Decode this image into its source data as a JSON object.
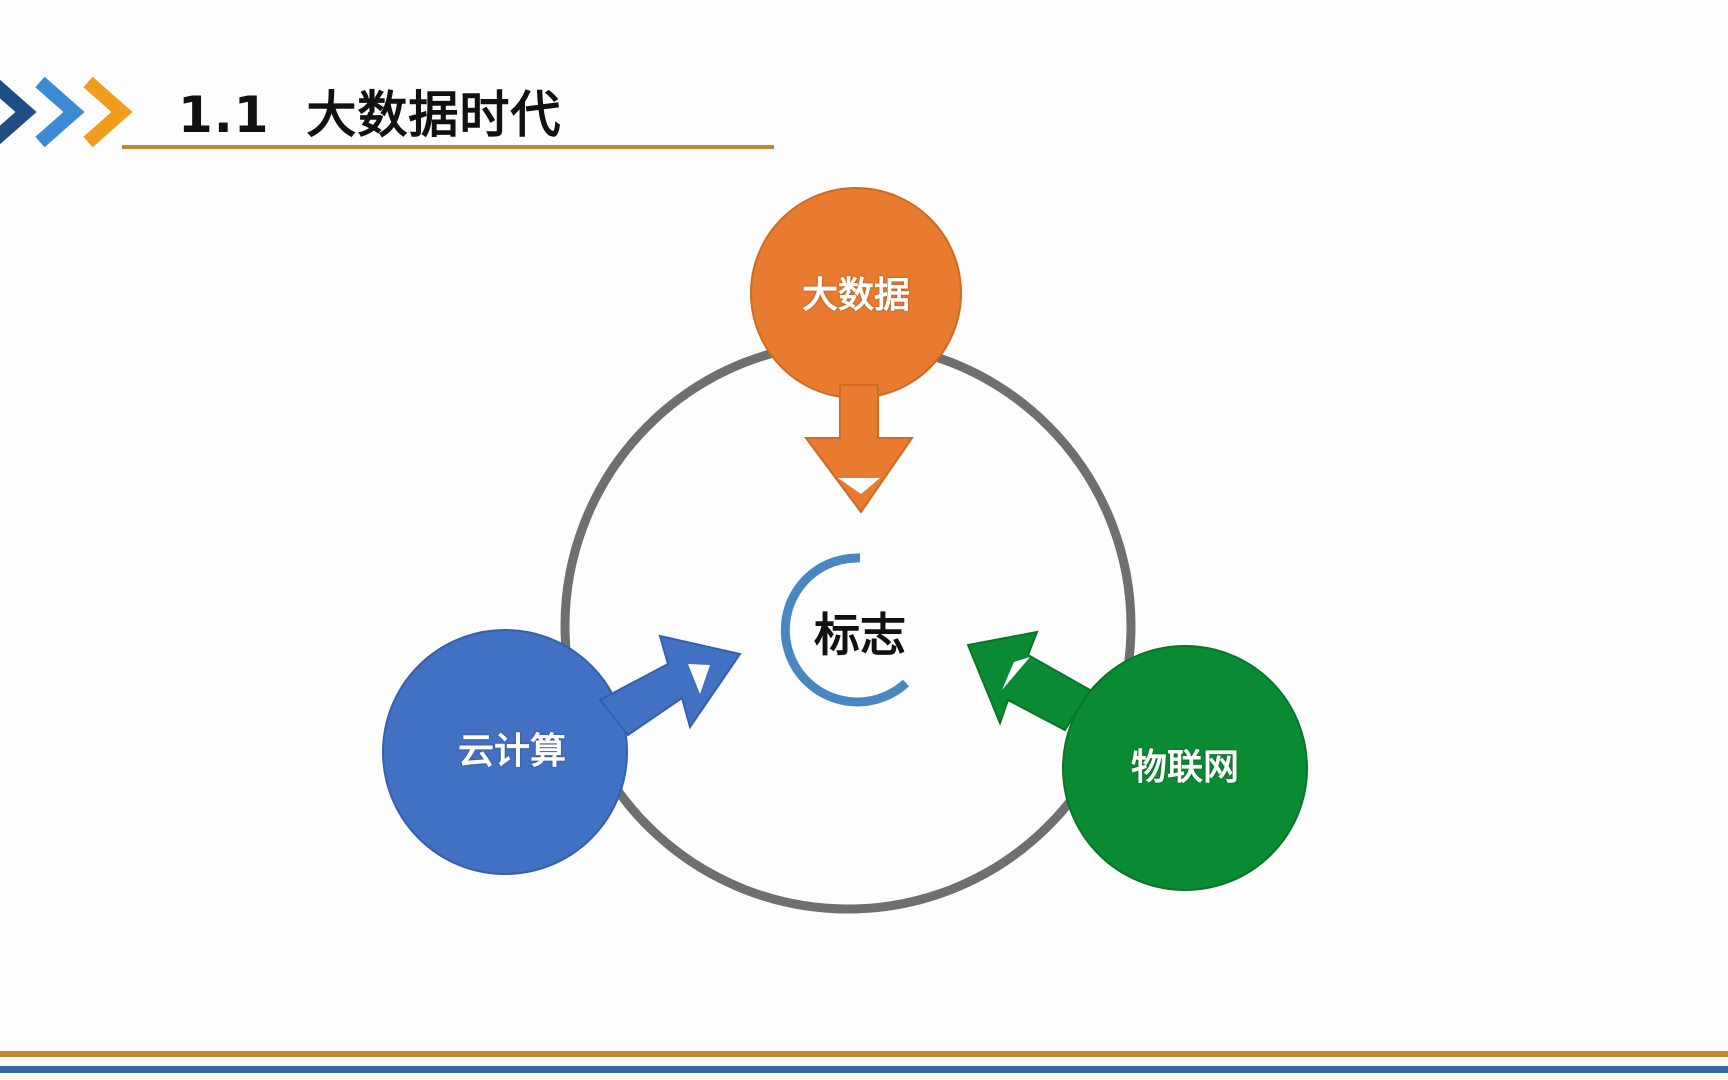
{
  "slide": {
    "title": "1.1  大数据时代",
    "section_number": "1.1",
    "section_title": "大数据时代"
  },
  "header": {
    "chevrons": [
      {
        "name": "chevron-dark-blue",
        "color": "#1f4e85"
      },
      {
        "name": "chevron-light-blue",
        "color": "#3a8ad6"
      },
      {
        "name": "chevron-orange",
        "color": "#f09c1c"
      }
    ],
    "underline_color": "#c8862a"
  },
  "diagram": {
    "ring_color": "#6f6f6f",
    "center": {
      "label": "标志",
      "arc_color": "#4a86c0"
    },
    "nodes": [
      {
        "id": "big-data",
        "label": "大数据",
        "color": "#e87b2f",
        "arrow_direction": "down"
      },
      {
        "id": "cloud-computing",
        "label": "云计算",
        "color": "#4270c2",
        "arrow_direction": "up-right"
      },
      {
        "id": "iot",
        "label": "物联网",
        "color": "#0a8a32",
        "arrow_direction": "up-left"
      }
    ]
  },
  "footer": {
    "line_colors": [
      "#c8862a",
      "#336ba0"
    ]
  }
}
